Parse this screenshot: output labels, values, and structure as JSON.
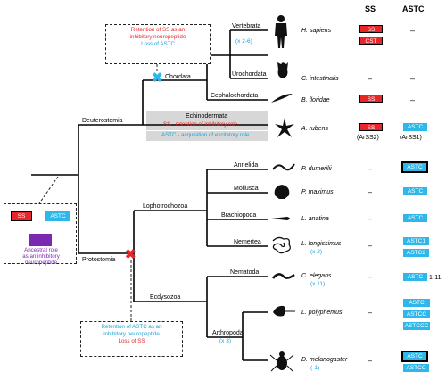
{
  "headers": {
    "ss": "SS",
    "astc": "ASTC"
  },
  "clades": {
    "deuterostomia": "Deuterostomia",
    "chordata": "Chordata",
    "vertebrata": "Vertebrata",
    "urochordata": "Urochordata",
    "cephalochordata": "Cephalochordata",
    "echinodermata": "Echinodermata",
    "protostomia": "Protostomia",
    "lophotrochozoa": "Lophotrochozoa",
    "annelida": "Annelida",
    "mollusca": "Mollusca",
    "brachiopoda": "Brachiopoda",
    "nemertea": "Nemertea",
    "ecdysozoa": "Ecdysozoa",
    "nematoda": "Nematoda",
    "arthropoda": "Arthropoda"
  },
  "clade_counts": {
    "vertebrata": "(x 2-6)",
    "arthropoda": "(x 3)"
  },
  "echinodermata_notes": {
    "ss": "SS - retention of inhibitory role",
    "astc": "ASTC - acquisition of excitatory role"
  },
  "species": [
    {
      "id": "h-sapiens",
      "name": "H. sapiens",
      "ss": [
        "SS",
        "CST"
      ],
      "astc": [
        "–"
      ]
    },
    {
      "id": "c-intestinalis",
      "name": "C. intestinalis",
      "ss": [
        "–"
      ],
      "astc": [
        "–"
      ]
    },
    {
      "id": "b-floridae",
      "name": "B. floridae",
      "ss": [
        "SS"
      ],
      "astc": [
        "–"
      ]
    },
    {
      "id": "a-rubens",
      "name": "A. rubens",
      "ss": [
        "SS"
      ],
      "ss_note": "(ArSS2)",
      "astc": [
        "ASTC"
      ],
      "astc_note": "(ArSS1)"
    },
    {
      "id": "p-dumerilii",
      "name": "P. dumerilii",
      "ss": [
        "–"
      ],
      "astc": [
        "ASTC"
      ]
    },
    {
      "id": "p-maximus",
      "name": "P. maximus",
      "ss": [
        "–"
      ],
      "astc": [
        "ASTC"
      ]
    },
    {
      "id": "l-anatina",
      "name": "L. anatina",
      "ss": [
        "–"
      ],
      "astc": [
        "ASTC"
      ]
    },
    {
      "id": "l-longissimus",
      "name": "L. longissimus",
      "count": "(x 2)",
      "ss": [
        "–"
      ],
      "astc": [
        "ASTC1",
        "ASTC2"
      ]
    },
    {
      "id": "c-elegans",
      "name": "C. elegans",
      "count": "(x 11)",
      "ss": [
        "–"
      ],
      "astc": [
        "ASTC"
      ],
      "astc_suffix": "1-11"
    },
    {
      "id": "l-polyphemus",
      "name": "L. polyphemus",
      "ss": [
        "–"
      ],
      "astc": [
        "ASTC",
        "ASTCC",
        "ASTCCC"
      ]
    },
    {
      "id": "d-melanogaster",
      "name": "D. melanogaster",
      "count": "(-1)",
      "ss": [
        "–"
      ],
      "astc": [
        "ASTC",
        "ASTCC"
      ]
    }
  ],
  "notes": {
    "deutero": {
      "line1": "Retention of SS as an",
      "line2": "inhibitory neuropeptide",
      "line3": "Loss of ASTC"
    },
    "proto": {
      "line1": "Retention of ASTC as an",
      "line2": "inhibitory neuropeptide",
      "line3": "Loss of SS"
    },
    "ancestral": {
      "ss": "SS",
      "astc": "ASTC",
      "line1": "Ancestral role",
      "line2": "as an inhibitory",
      "line3": "neuropeptide"
    }
  },
  "colors": {
    "ss": "#e8262a",
    "astc": "#2eb7ea",
    "ancestral": "#7a2ab0",
    "echinodermata_box": "#d7d7d7"
  }
}
